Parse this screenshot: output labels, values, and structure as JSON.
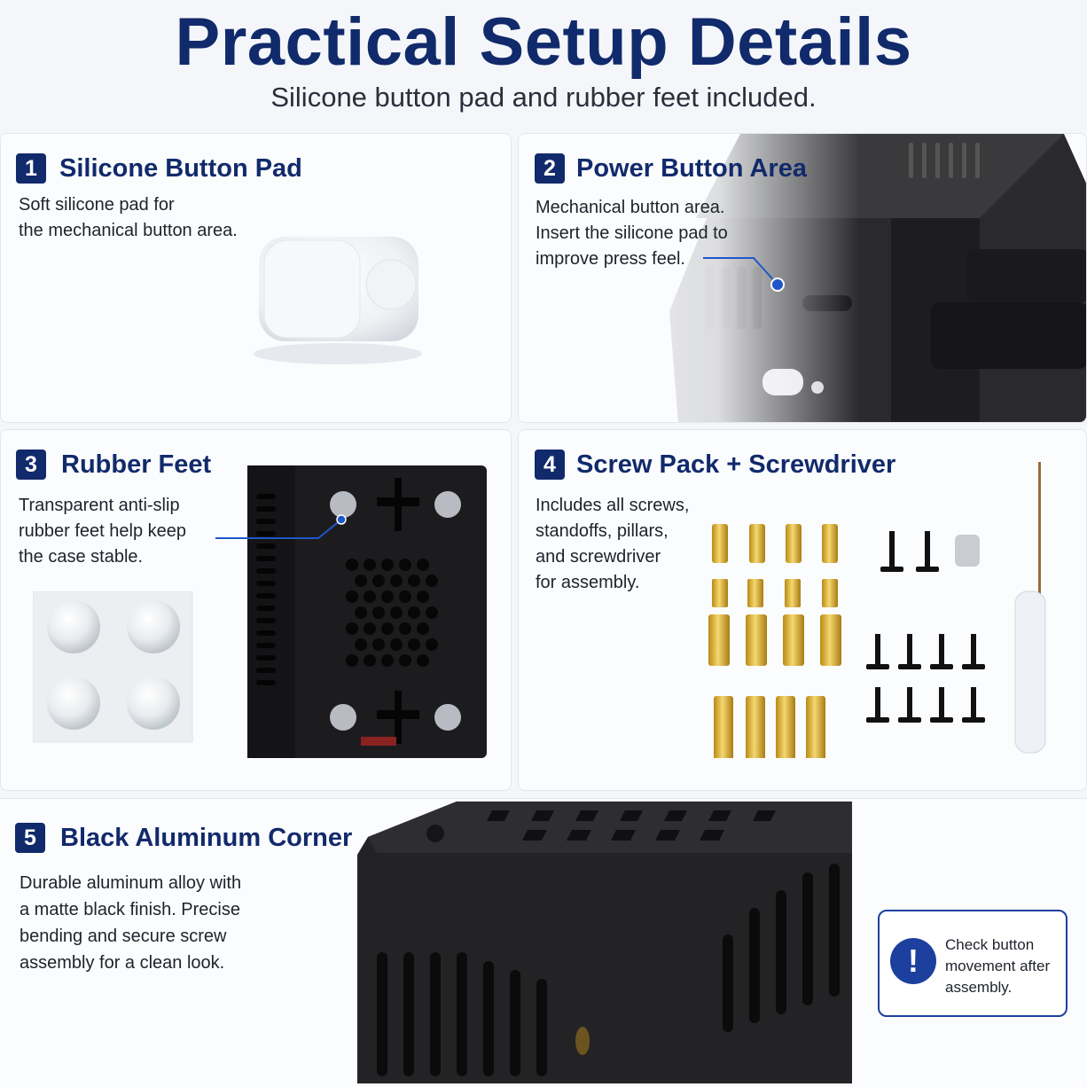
{
  "header": {
    "title": "Practical Setup Details",
    "subtitle": "Silicone button pad and rubber feet included."
  },
  "cards": [
    {
      "number": "1",
      "title": "Silicone Button Pad",
      "lines": [
        "Soft silicone pad for",
        "the mechanical button area."
      ]
    },
    {
      "number": "2",
      "title": "Power Button Area",
      "lines": [
        "Mechanical button area.",
        "Insert the silicone pad to",
        "improve press feel."
      ]
    },
    {
      "number": "3",
      "title": "Rubber Feet",
      "lines": [
        "Transparent anti-slip",
        "rubber feet help keep",
        "the case stable."
      ]
    },
    {
      "number": "4",
      "title": "Screw Pack + Screwdriver",
      "lines": [
        "Includes all screws,",
        "standoffs, pillars,",
        "and screwdriver",
        "for assembly."
      ]
    },
    {
      "number": "5",
      "title": "Black Aluminum Corner",
      "lines": [
        "Durable aluminum alloy with",
        "a matte black finish. Precise",
        "bending and secure screw",
        "assembly for a clean look."
      ]
    }
  ],
  "notice": {
    "icon": "exclamation-icon",
    "lines": [
      "Check button",
      "movement after",
      "assembly."
    ]
  },
  "colors": {
    "brand": "#112a6b",
    "accent": "#1d3f9e",
    "pointer": "#1f57c9"
  }
}
